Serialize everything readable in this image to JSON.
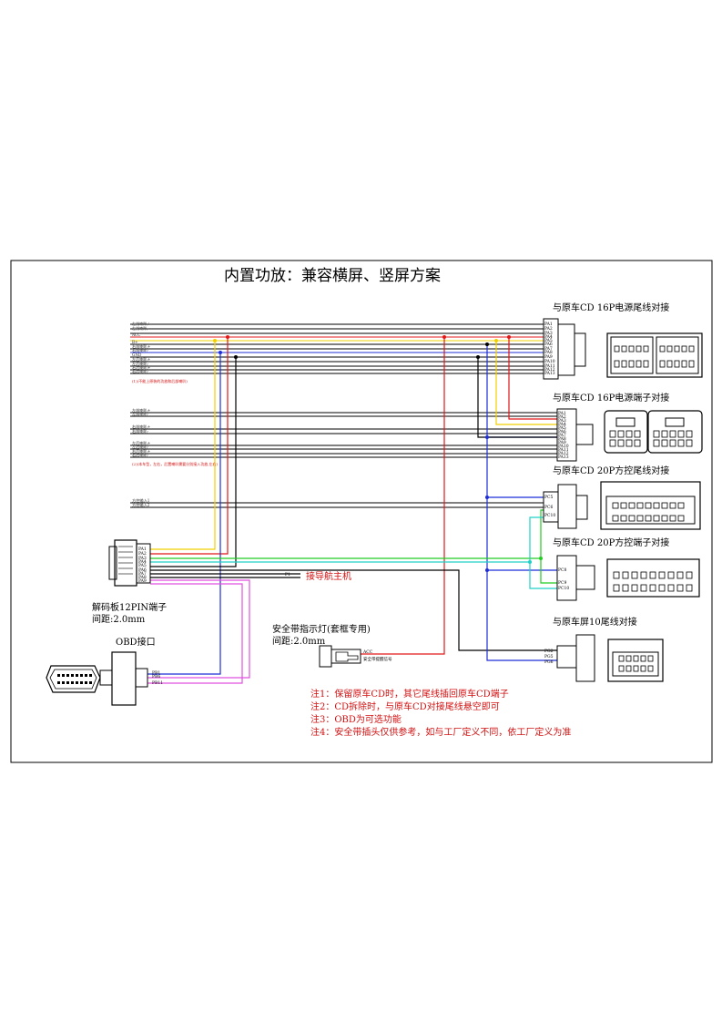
{
  "title": "内置功放：兼容横屏、竖屏方案",
  "colors": {
    "title": "#e8281e",
    "red_wire": "#e01818",
    "yellow_wire": "#f2d000",
    "blue_wire": "#1f2fd6",
    "green_wire": "#22cc22",
    "cyan_wire": "#20d0c8",
    "magenta_wire": "#e050e0",
    "black_wire": "#000000"
  },
  "connectors": {
    "c1": {
      "label": "与原车CD 16P电源尾线对接",
      "pins": [
        "PA1",
        "PA2",
        "PA3",
        "PA4",
        "PA5",
        "PA6",
        "PA7",
        "PA8",
        "PA9",
        "PA10",
        "PA11",
        "PA12",
        "PA13"
      ]
    },
    "c2": {
      "label": "与原车CD 16P电源端子对接",
      "pins": [
        "PA1",
        "PA2",
        "PA3",
        "PA4",
        "PA5",
        "PA6",
        "PA7",
        "PA8",
        "PA9",
        "PA10",
        "PA11",
        "PA12",
        "PA13"
      ]
    },
    "c3": {
      "label": "与原车CD 20P方控尾线对接",
      "pins": [
        "PC5",
        "PC6",
        "PC10"
      ]
    },
    "c4": {
      "label": "与原车CD 20P方控端子对接",
      "pins": [
        "PC8",
        "PC9",
        "PC10"
      ]
    },
    "c5": {
      "label": "与原车屏10尾线对接",
      "pins": [
        "PG2",
        "PG5",
        "PG6"
      ]
    },
    "decoder": {
      "label": "解码板12PIN端子",
      "pitch": "间距:2.0mm",
      "pins": [
        "PA1",
        "PA2",
        "PA3",
        "PA4",
        "PA5",
        "PA6",
        "PA7",
        "PA8",
        "PA9",
        "PA10",
        "PA11",
        "PA12"
      ]
    },
    "obd": {
      "label": "OBD接口",
      "pins": [
        "PB1",
        "PB6",
        "PB11"
      ]
    },
    "seatbelt": {
      "label": "安全带指示灯(套框专用)",
      "pitch": "间距:2.0mm",
      "wire1": "ACC",
      "wire2": "安全带提醒信号"
    }
  },
  "nav_label": "接导航主机",
  "nav_pin": "P1",
  "small_notes": {
    "n1": "(1)(不能上原装的功放和后部喇叭)",
    "n2": "(2)(本车型，左右，后置喇叭需要分别接入功放,左右)"
  },
  "wire_labels": {
    "group1": [
      "左前喇叭+",
      "左前喇叭-",
      "ACC",
      "B+",
      "右前喇叭+",
      "右前喇叭-",
      "GND",
      "左后喇叭+",
      "左后喇叭-",
      "右后喇叭+",
      "右后喇叭-"
    ],
    "group2": [
      "左前喇叭+",
      "左前喇叭-",
      "右前喇叭+",
      "右前喇叭-",
      "左后喇叭+",
      "左后喇叭-",
      "右后喇叭+",
      "右后喇叭-"
    ],
    "group3": [
      "方控输入1",
      "方控输入2"
    ]
  },
  "notes": [
    "注1：保留原车CD时，其它尾线插回原车CD端子",
    "注2：CD拆除时，与原车CD对接尾线悬空即可",
    "注3：OBD为可选功能",
    "注4：安全带插头仅供参考，如与工厂定义不同，依工厂定义为准"
  ]
}
